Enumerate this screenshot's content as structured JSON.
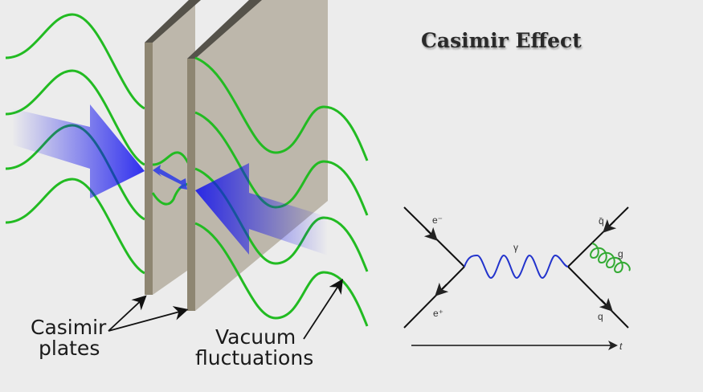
{
  "title": "Casimir Effect",
  "casimir_diagram": {
    "label_plates_line1": "Casimir",
    "label_plates_line2": "plates",
    "label_vacuum_line1": "Vacuum",
    "label_vacuum_line2": "fluctuations"
  },
  "feynman_diagram": {
    "electron": "e⁻",
    "positron": "e⁺",
    "photon": "γ",
    "antiquark": "q̄",
    "quark": "q",
    "gluon": "g",
    "time": "t"
  },
  "colors": {
    "wave": "#22bb22",
    "arrow": "#1010ee",
    "plate": "#bdb7ab",
    "photon": "#2233cc",
    "gluon": "#33aa33"
  }
}
